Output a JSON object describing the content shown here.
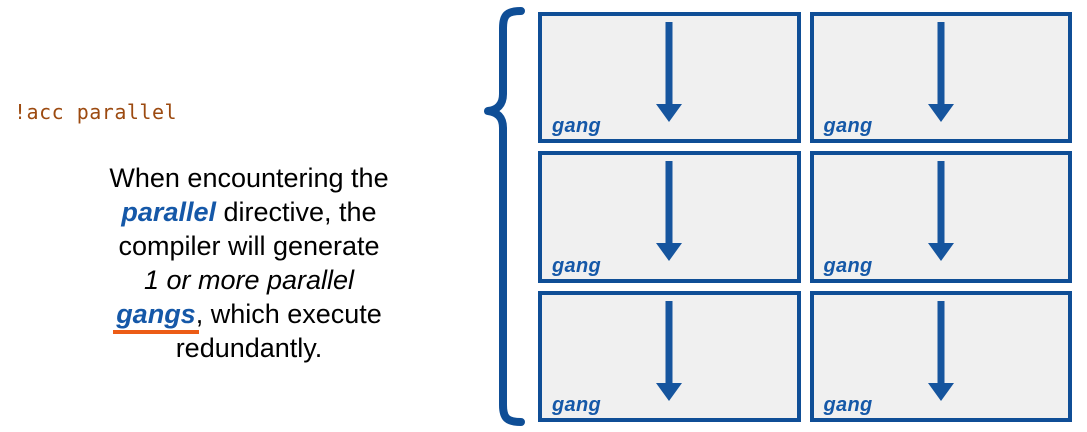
{
  "slide": {
    "directive": {
      "code": "!acc parallel",
      "color": "#9c4a10"
    },
    "description": {
      "segments": [
        {
          "text": "When encountering the ",
          "style": "normal"
        },
        {
          "text": "parallel",
          "style": "keyword-blue-bold-italic"
        },
        {
          "text": " directive, the compiler will generate ",
          "style": "normal"
        },
        {
          "text": "1 or more parallel ",
          "style": "italic"
        },
        {
          "text": "gangs",
          "style": "keyword-blue-bold-italic-underlined"
        },
        {
          "text": ", which execute redundantly.",
          "style": "normal"
        }
      ],
      "plain_text": "When encountering the parallel directive, the compiler will generate 1 or more parallel gangs, which execute redundantly.",
      "line1": "When encountering the",
      "line2_prefix": "",
      "line2_keyword": "parallel",
      "line2_suffix": " directive, the",
      "line3": "compiler will generate",
      "line4": "1 or more parallel",
      "line5_keyword": "gangs",
      "line5_suffix": ", which execute",
      "line6": "redundantly."
    },
    "brace": {
      "name": "left-curly-brace",
      "color": "#0f4e96",
      "direction": "left"
    },
    "grid": {
      "rows": 3,
      "columns": 2,
      "cell_fill": "#f0f0f0",
      "cell_border": "#0f4e96",
      "arrow_color": "#16559e",
      "label_color": "#1558a8",
      "cells": [
        {
          "label": "gang",
          "arrow": "down-arrow"
        },
        {
          "label": "gang",
          "arrow": "down-arrow"
        },
        {
          "label": "gang",
          "arrow": "down-arrow"
        },
        {
          "label": "gang",
          "arrow": "down-arrow"
        },
        {
          "label": "gang",
          "arrow": "down-arrow"
        },
        {
          "label": "gang",
          "arrow": "down-arrow"
        }
      ]
    },
    "colors": {
      "accent_blue": "#0f4e96",
      "keyword_blue": "#1558a8",
      "underline_orange": "#ec5c16",
      "code_brown": "#9c4a10",
      "cell_gray": "#f0f0f0"
    }
  }
}
